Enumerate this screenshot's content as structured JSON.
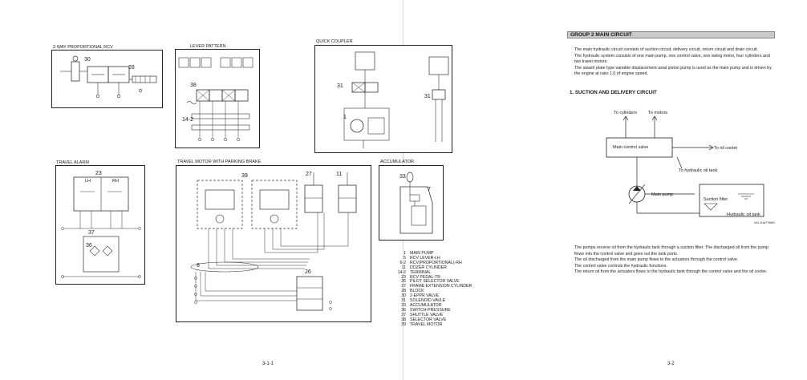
{
  "left_page": {
    "page_number": "3-1-1",
    "diagrams": {
      "rcv": {
        "title": "2-WAY PROPORTIONAL RCV",
        "labels": [
          "30",
          "28"
        ]
      },
      "lever": {
        "title": "LEVER PATTERN",
        "labels": [
          "38",
          "14-2"
        ]
      },
      "coupler": {
        "title": "QUICK COUPLER",
        "labels": [
          "31",
          "1",
          "31"
        ]
      },
      "alarm": {
        "title": "TRAVEL ALARM",
        "labels": [
          "23",
          "LH",
          "RH",
          "37",
          "36"
        ]
      },
      "motor": {
        "title": "TRAVEL MOTOR WITH PARKING BRAKE",
        "labels": [
          "39",
          "27",
          "11",
          "8",
          "26"
        ]
      },
      "accumulator": {
        "title": "ACCUMULATOR",
        "labels": [
          "33",
          "7"
        ]
      }
    },
    "legend": [
      {
        "num": "1",
        "text": "MAIN PUMP"
      },
      {
        "num": "5",
        "text": "RCV LEVER-LH"
      },
      {
        "num": "6-2",
        "text": "RCV(PROPORTIONAL)-RH"
      },
      {
        "num": "11",
        "text": "DOZER CYLINDER"
      },
      {
        "num": "14-2",
        "text": "TERMINAL"
      },
      {
        "num": "23",
        "text": "RCV PEDAL-TR"
      },
      {
        "num": "26",
        "text": "PILOT SELECTOR VALVE"
      },
      {
        "num": "27",
        "text": "FRAME EXTENSION CYLINDER"
      },
      {
        "num": "28",
        "text": "BLOCK"
      },
      {
        "num": "30",
        "text": "2-EPPR VALVE"
      },
      {
        "num": "31",
        "text": "SOLENOID VAVLE"
      },
      {
        "num": "33",
        "text": "ACCUMULATOR"
      },
      {
        "num": "36",
        "text": "SWITCH-PRESSURE"
      },
      {
        "num": "37",
        "text": "SHUTTLE VALVE"
      },
      {
        "num": "38",
        "text": "SELECTOR VALVE"
      },
      {
        "num": "39",
        "text": "TRAVEL MOTOR"
      }
    ]
  },
  "right_page": {
    "page_number": "3-2",
    "group_title": "GROUP 2 MAIN CIRCUIT",
    "intro_paragraphs": [
      "The main hydraulic circuit consists of suction circuit, delivery circuit, return circuit and drain circuit.",
      "The hydraulic system consists of one main pump, one control valve, one swing motor, four cylinders and two travel motors.",
      "The swash plate type variable displacement axial piston pump is used as the main pump and is driven by the engine at ratio 1.0 of engine speed."
    ],
    "section_title": "1. SUCTION AND DELIVERY CIRCUIT",
    "diagram": {
      "to_cylinders": "To cylinders",
      "to_motors": "To motors",
      "main_control_valve": "Main control valve",
      "to_oil_cooler": "To oil cooler",
      "to_hydraulic_oil_tank": "To hydraulic oil tank",
      "main_pump": "Main pump",
      "suction_filter": "Suction filter",
      "hydraulic_oil_tank": "Hydraulic oil tank",
      "code": "S42-1HA779WS"
    },
    "body_paragraphs": [
      "The pumps receive oil from the hydraulic tank through a suction filter. The discharged oil from the pump flows into the control valve and goes out the tank ports.",
      "The oil discharged from the main pump flows to the actuators through the control valve.",
      "The control valve controls the hydraulic functions.",
      "The return oil from the actuators flows to the hydraulic tank through the control valve and the oil cooler."
    ]
  }
}
